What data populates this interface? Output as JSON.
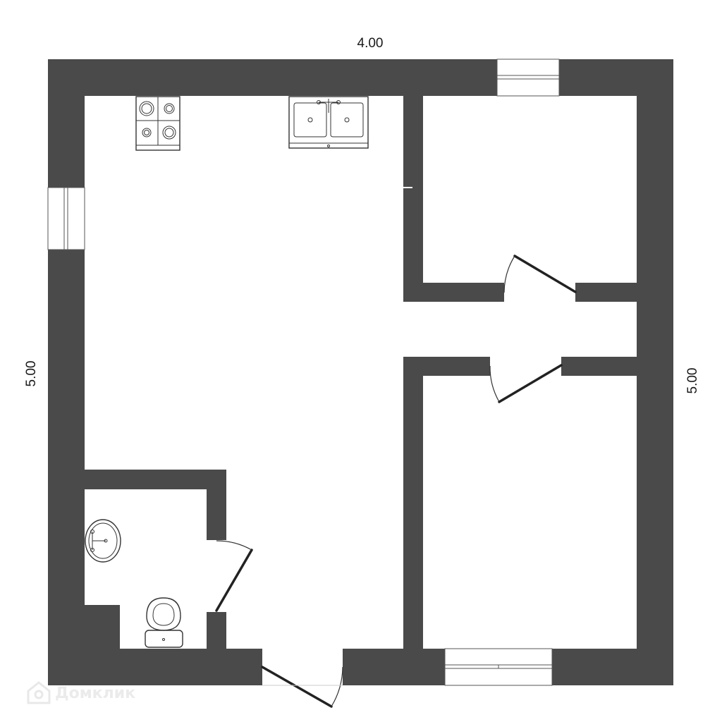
{
  "dimensions": {
    "top_width": "4.00",
    "left_height": "5.00",
    "right_height": "5.00"
  },
  "watermark": {
    "text": "Домклик",
    "icon": "domclick-logo-icon"
  },
  "fixtures": {
    "stove": "stove-icon",
    "kitchen_sink": "double-sink-icon",
    "bathroom_sink": "washbasin-icon",
    "toilet": "toilet-icon"
  },
  "colors": {
    "wall": "#4a4a4a",
    "background": "#ffffff"
  }
}
